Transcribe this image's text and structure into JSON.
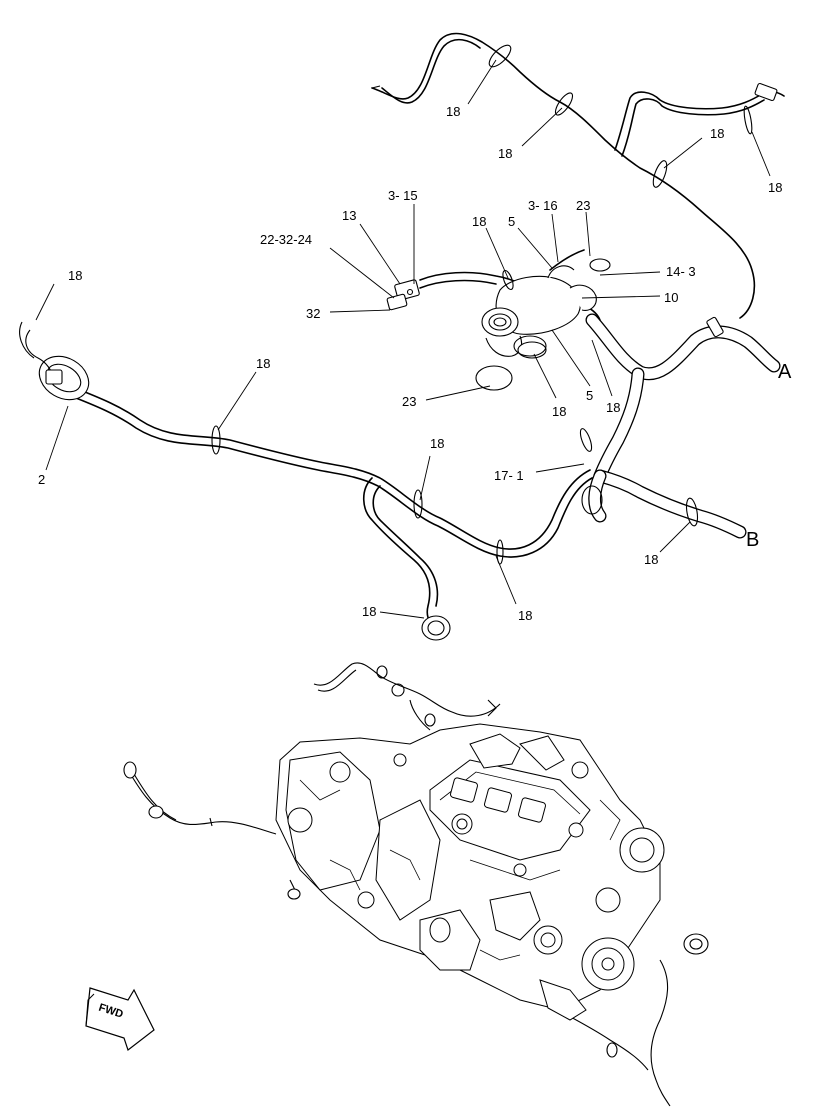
{
  "callouts": [
    {
      "id": "c1",
      "text": "18"
    },
    {
      "id": "c2",
      "text": "18"
    },
    {
      "id": "c3",
      "text": "18"
    },
    {
      "id": "c4",
      "text": "18"
    },
    {
      "id": "c5",
      "text": "3- 15"
    },
    {
      "id": "c6",
      "text": "13"
    },
    {
      "id": "c7",
      "text": "22-32-24"
    },
    {
      "id": "c8",
      "text": "32"
    },
    {
      "id": "c9",
      "text": "18"
    },
    {
      "id": "c10",
      "text": "5"
    },
    {
      "id": "c11",
      "text": "3- 16"
    },
    {
      "id": "c12",
      "text": "23"
    },
    {
      "id": "c13",
      "text": "14- 3"
    },
    {
      "id": "c14",
      "text": "10"
    },
    {
      "id": "c15",
      "text": "18"
    },
    {
      "id": "c16",
      "text": "18"
    },
    {
      "id": "c17",
      "text": "2"
    },
    {
      "id": "c18",
      "text": "23"
    },
    {
      "id": "c19",
      "text": "5"
    },
    {
      "id": "c20",
      "text": "18"
    },
    {
      "id": "c21",
      "text": "18"
    },
    {
      "id": "c22",
      "text": "18"
    },
    {
      "id": "c23",
      "text": "17- 1"
    },
    {
      "id": "c24",
      "text": "18"
    },
    {
      "id": "c25",
      "text": "18"
    },
    {
      "id": "c26",
      "text": "18"
    }
  ],
  "connections": {
    "a": "A",
    "b": "B"
  },
  "fwd_badge": "FWD"
}
